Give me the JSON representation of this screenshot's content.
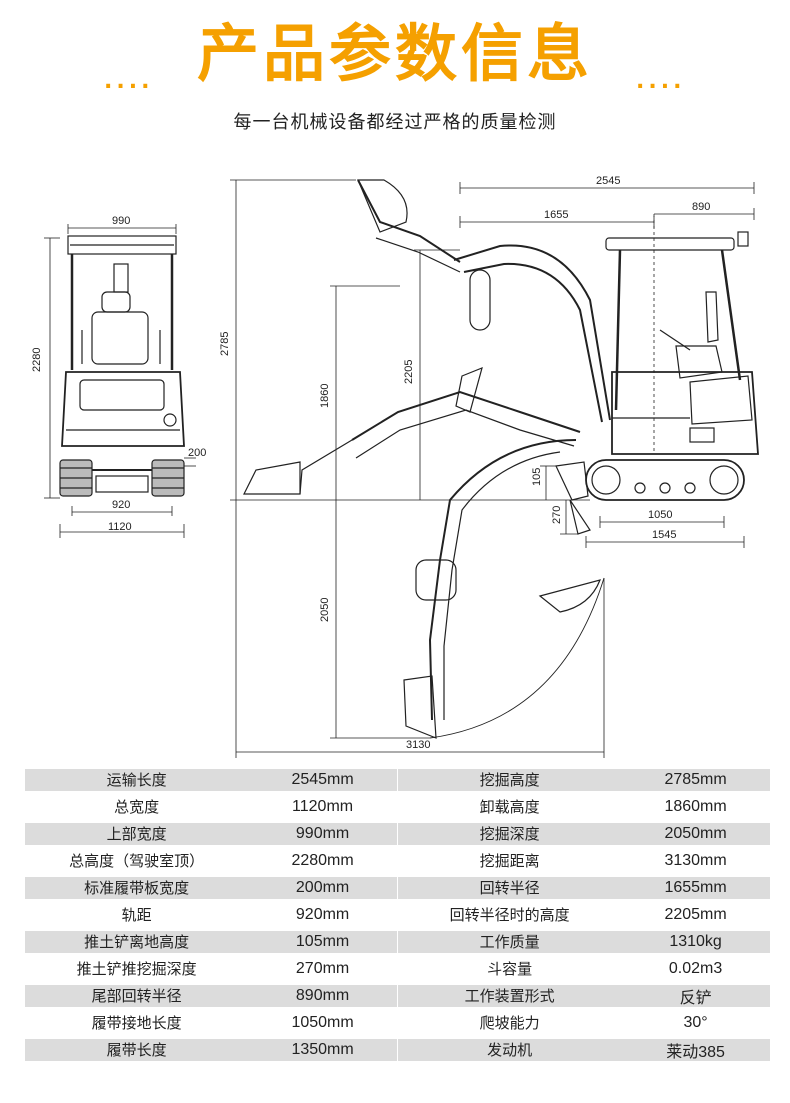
{
  "header": {
    "title": "产品参数信息",
    "subtitle": "每一台机械设备都经过严格的质量检测",
    "dots_left": "....",
    "dots_right": "....",
    "accent_color": "#F5A000"
  },
  "drawing": {
    "front_view": {
      "width_top": "990",
      "height": "2280",
      "track_width": "200",
      "gauge": "920",
      "total_width": "1120"
    },
    "side_view": {
      "transport_length": "2545",
      "swing_radius": "1655",
      "tail_radius": "890",
      "dig_height": "2785",
      "dump_height": "1860",
      "swing_height": "2205",
      "blade_lift": "105",
      "blade_depth": "270",
      "ground_length": "1050",
      "track_length": "1545",
      "dig_depth": "2050",
      "dig_reach": "3130"
    }
  },
  "specs": [
    {
      "label_left": "运输长度",
      "value_left": "2545mm",
      "label_right": "挖掘高度",
      "value_right": "2785mm"
    },
    {
      "label_left": "总宽度",
      "value_left": "1120mm",
      "label_right": "卸载高度",
      "value_right": "1860mm"
    },
    {
      "label_left": "上部宽度",
      "value_left": "990mm",
      "label_right": "挖掘深度",
      "value_right": "2050mm"
    },
    {
      "label_left": "总高度（驾驶室顶）",
      "value_left": "2280mm",
      "label_right": "挖掘距离",
      "value_right": "3130mm"
    },
    {
      "label_left": "标准履带板宽度",
      "value_left": "200mm",
      "label_right": "回转半径",
      "value_right": "1655mm"
    },
    {
      "label_left": "轨距",
      "value_left": "920mm",
      "label_right": "回转半径时的高度",
      "value_right": "2205mm"
    },
    {
      "label_left": "推土铲离地高度",
      "value_left": "105mm",
      "label_right": "工作质量",
      "value_right": "1310kg"
    },
    {
      "label_left": "推土铲推挖掘深度",
      "value_left": "270mm",
      "label_right": "斗容量",
      "value_right": "0.02m3"
    },
    {
      "label_left": "尾部回转半径",
      "value_left": "890mm",
      "label_right": "工作装置形式",
      "value_right": "反铲"
    },
    {
      "label_left": "履带接地长度",
      "value_left": "1050mm",
      "label_right": "爬坡能力",
      "value_right": "30°"
    },
    {
      "label_left": "履带长度",
      "value_left": "1350mm",
      "label_right": "发动机",
      "value_right": "莱动385"
    }
  ]
}
